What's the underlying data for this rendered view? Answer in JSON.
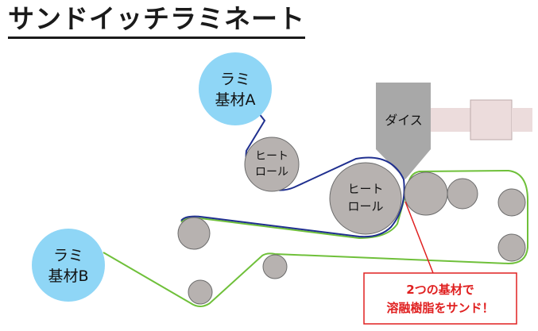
{
  "title": "サンドイッチラミネート",
  "substrate_a": {
    "line1": "ラミ",
    "line2": "基材A"
  },
  "substrate_b": {
    "line1": "ラミ",
    "line2": "基材B"
  },
  "heat_roll_small": {
    "line1": "ヒート",
    "line2": "ロール"
  },
  "heat_roll_large": {
    "line1": "ヒート",
    "line2": "ロール"
  },
  "die": {
    "label": "ダイス"
  },
  "callout": {
    "line1": "2つの基材で",
    "line2": "溶融樹脂をサンド！"
  },
  "colors": {
    "substrate_fill": "#8fd6f6",
    "roll_fill": "#b7b2b0",
    "roll_stroke": "#6b6b6b",
    "die_fill": "#a8a8a8",
    "extruder_fill": "#ecdcdc",
    "web_a": "#1f2f8f",
    "web_b": "#6fc03a",
    "callout": "#e02020"
  }
}
